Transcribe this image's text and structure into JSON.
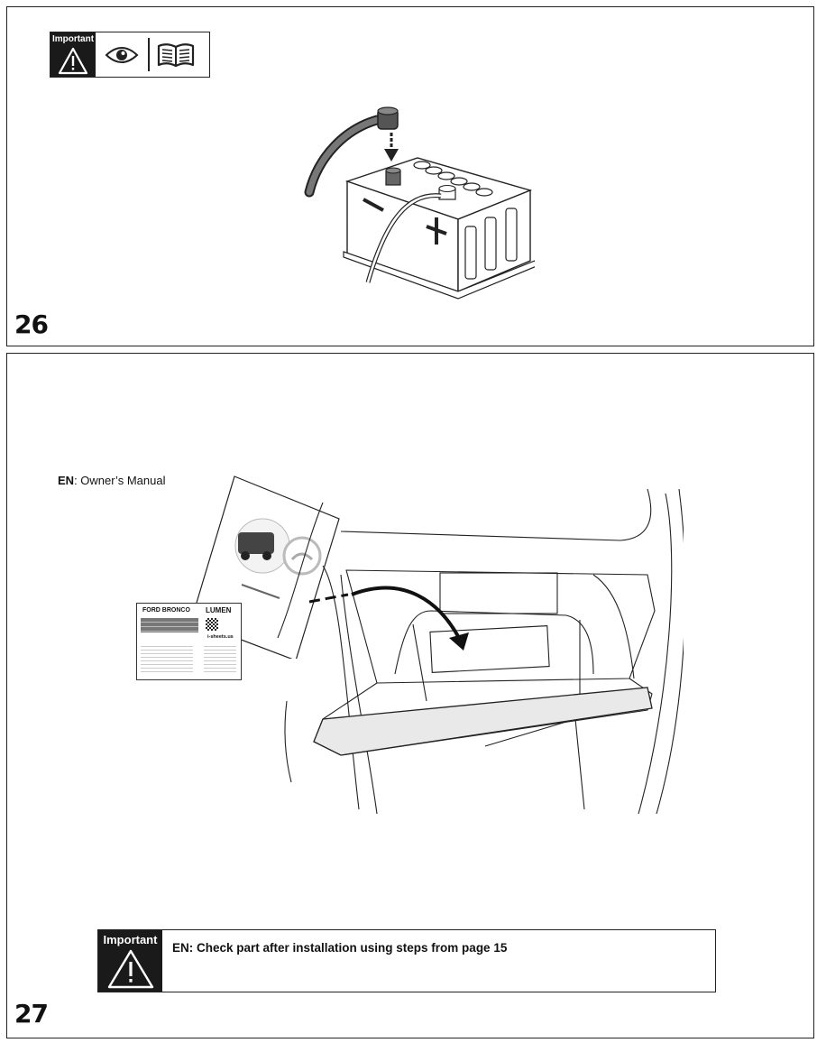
{
  "step_26": {
    "number": "26",
    "icons": {
      "important_label": "Important",
      "important_icon": "warning-triangle-icon",
      "view_icon": "eye-icon",
      "manual_icon": "open-book-icon"
    },
    "illustration": "battery-icon"
  },
  "step_27": {
    "number": "27",
    "manual_label_prefix": "EN",
    "manual_label_text": ": Owner’s Manual",
    "card": {
      "title": "FORD BRONCO",
      "brand": "LUMEN",
      "website": "i-sheets.us"
    },
    "important": {
      "label": "Important",
      "text": "EN: Check part after installation using steps from page 15"
    }
  }
}
